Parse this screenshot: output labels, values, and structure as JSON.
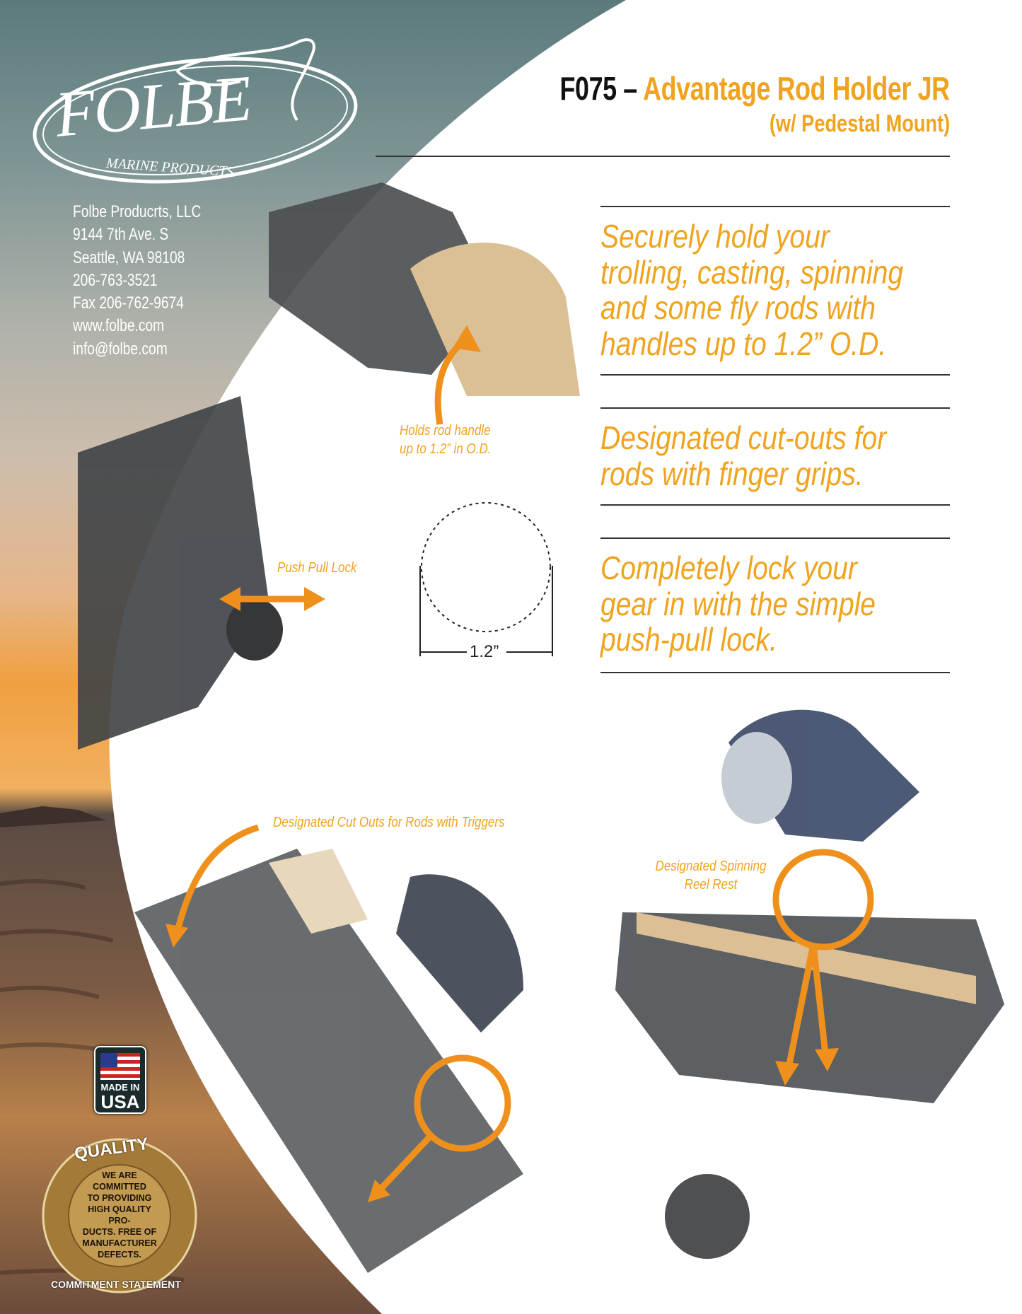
{
  "header": {
    "product_code": "F075 –",
    "product_name": "Advantage Rod Holder JR",
    "subtitle": "(w/ Pedestal Mount)"
  },
  "logo": {
    "brand": "FOLBE",
    "tagline": "MARINE PRODUCTS"
  },
  "contact": {
    "lines": [
      "Folbe Producrts, LLC",
      "9144 7th Ave. S",
      "Seattle, WA 98108",
      "206-763-3521",
      "Fax 206-762-9674",
      "www.folbe.com",
      "info@folbe.com"
    ]
  },
  "features": [
    {
      "lines": [
        "Securely hold your",
        "trolling, casting, spinning",
        "and some fly rods with",
        "handles up to 1.2” O.D."
      ]
    },
    {
      "lines": [
        "Designated cut-outs for",
        "rods with finger grips."
      ]
    },
    {
      "lines": [
        "Completely lock your",
        "gear in with the simple",
        "push-pull lock."
      ]
    }
  ],
  "callouts": {
    "handle": [
      "Holds rod handle",
      "up to 1.2” in O.D."
    ],
    "push_pull": "Push Pull Lock",
    "dimension": "1.2”",
    "cutouts": "Designated Cut Outs for Rods with Triggers",
    "reel_rest": [
      "Designated Spinning",
      "Reel Rest"
    ]
  },
  "badge": {
    "line1": "MADE IN",
    "line2": "USA"
  },
  "seal": {
    "top": "QUALITY",
    "bottom": "COMMITMENT STATEMENT",
    "lines": [
      "WE ARE",
      "COMMITTED",
      "TO PROVIDING",
      "HIGH QUALITY PRO-",
      "DUCTS. FREE OF",
      "MANUFACTURER",
      "DEFECTS."
    ]
  },
  "colors": {
    "accent": "#f0a31f",
    "teal": "#5f7f80"
  }
}
